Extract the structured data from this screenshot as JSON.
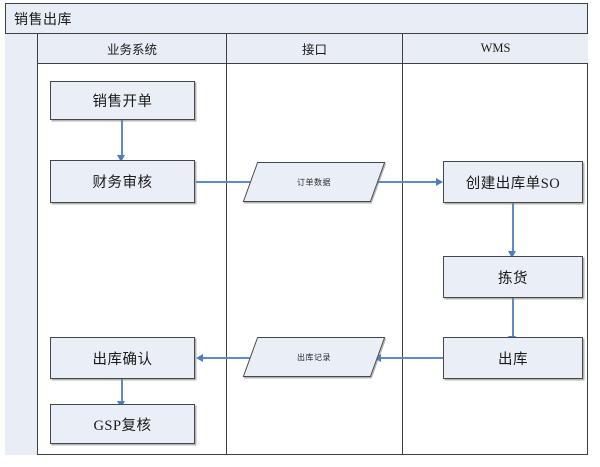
{
  "diagram": {
    "type": "flowchart-swimlane",
    "pool_title": "销售出库",
    "lanes": [
      {
        "id": "lane-business",
        "label": "业务系统"
      },
      {
        "id": "lane-interface",
        "label": "接口"
      },
      {
        "id": "lane-wms",
        "label": "WMS"
      }
    ],
    "nodes": [
      {
        "id": "node-sales-order",
        "lane": "lane-business",
        "shape": "process",
        "label": "销售开单"
      },
      {
        "id": "node-finance-audit",
        "lane": "lane-business",
        "shape": "process",
        "label": "财务审核"
      },
      {
        "id": "node-order-data",
        "lane": "lane-interface",
        "shape": "parallelogram",
        "label": "订单数据"
      },
      {
        "id": "node-create-so",
        "lane": "lane-wms",
        "shape": "process",
        "label": "创建出库单SO"
      },
      {
        "id": "node-picking",
        "lane": "lane-wms",
        "shape": "process",
        "label": "拣货"
      },
      {
        "id": "node-outbound",
        "lane": "lane-wms",
        "shape": "process",
        "label": "出库"
      },
      {
        "id": "node-outbound-record",
        "lane": "lane-interface",
        "shape": "parallelogram",
        "label": "出库记录"
      },
      {
        "id": "node-outbound-confirm",
        "lane": "lane-business",
        "shape": "process",
        "label": "出库确认"
      },
      {
        "id": "node-gsp-review",
        "lane": "lane-business",
        "shape": "process",
        "label": "GSP复核"
      }
    ],
    "edges": [
      {
        "from": "node-sales-order",
        "to": "node-finance-audit",
        "direction": "down"
      },
      {
        "from": "node-finance-audit",
        "to": "node-order-data",
        "direction": "right"
      },
      {
        "from": "node-order-data",
        "to": "node-create-so",
        "direction": "right"
      },
      {
        "from": "node-create-so",
        "to": "node-picking",
        "direction": "down"
      },
      {
        "from": "node-picking",
        "to": "node-outbound",
        "direction": "down"
      },
      {
        "from": "node-outbound",
        "to": "node-outbound-record",
        "direction": "left"
      },
      {
        "from": "node-outbound-record",
        "to": "node-outbound-confirm",
        "direction": "left"
      },
      {
        "from": "node-outbound-confirm",
        "to": "node-gsp-review",
        "direction": "down"
      }
    ],
    "colors": {
      "node_fill": "#e9eef7",
      "node_border": "#464646",
      "lane_header_fill": "#e8edf6",
      "frame_border": "#3f3f3f",
      "connector": "#5b8cc8"
    }
  }
}
